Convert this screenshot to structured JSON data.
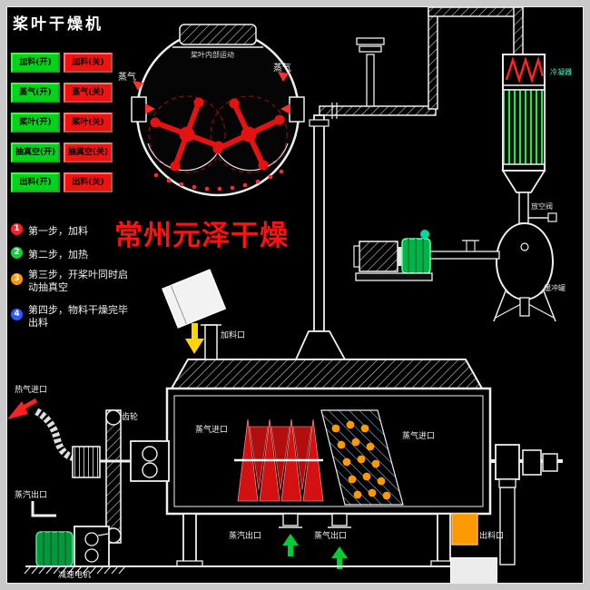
{
  "title": "桨叶干燥机",
  "brand": "常州元泽干燥",
  "buttons": {
    "on": [
      "加料(开)",
      "蒸气(开)",
      "桨叶(开)",
      "抽真空(开)",
      "出料(开)"
    ],
    "off": [
      "加料(关)",
      "蒸气(关)",
      "桨叶(关)",
      "抽真空(关)",
      "出料(关)"
    ]
  },
  "steps": [
    {
      "num": "1",
      "line1": "第一步，加料",
      "line2": ""
    },
    {
      "num": "2",
      "line1": "第二步，加热",
      "line2": ""
    },
    {
      "num": "3",
      "line1": "第三步，开桨叶同时启",
      "line2": "动抽真空"
    },
    {
      "num": "4",
      "line1": "第四步，物料干燥完毕",
      "line2": "出料"
    }
  ],
  "vessel": {
    "caption": "桨叶内部运动",
    "steam_left": "蒸气",
    "steam_right": "蒸气"
  },
  "flow": {
    "condenser_label": "冷凝器",
    "vent_valve_label": "放空阀",
    "buffer_tank_label": "缓冲罐"
  },
  "dryer": {
    "feed_port": "加料口",
    "steam_inlet_left": "蒸气进口",
    "steam_inlet_right": "蒸气进口",
    "hot_air_inlet": "热气进口",
    "steam_outlet_side": "蒸汽出口",
    "steam_outlet_bottom_left": "蒸汽出口",
    "steam_outlet_bottom_right": "蒸气出口",
    "discharge_port": "出料口",
    "gear_label": "齿轮",
    "motor_label": "减速电机"
  },
  "colors": {
    "button_on_green": "#00d41a",
    "button_off_red": "#f01111",
    "paddle_red": "#e51212",
    "material_orange": "#ff9900",
    "arrow_green": "#00cc33",
    "arrow_yellow": "#ffd400",
    "brand_red": "#ff1111",
    "condenser_green": "#2fe060",
    "background": "#000000",
    "frame_gray": "#c9c9c9"
  }
}
